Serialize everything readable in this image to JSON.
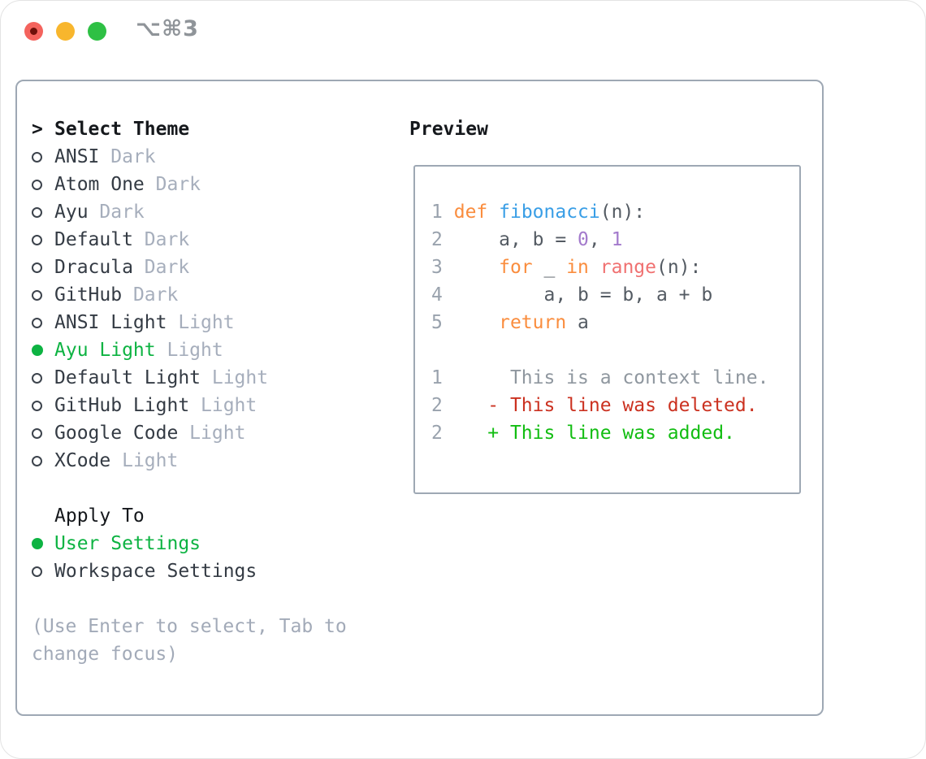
{
  "titlebar": {
    "shortcut": "⌥⌘3"
  },
  "theme_picker": {
    "header_marker": ">",
    "header": "Select Theme",
    "items": [
      {
        "name": "ANSI",
        "variant": "Dark",
        "selected": false
      },
      {
        "name": "Atom One",
        "variant": "Dark",
        "selected": false
      },
      {
        "name": "Ayu",
        "variant": "Dark",
        "selected": false
      },
      {
        "name": "Default",
        "variant": "Dark",
        "selected": false
      },
      {
        "name": "Dracula",
        "variant": "Dark",
        "selected": false
      },
      {
        "name": "GitHub",
        "variant": "Dark",
        "selected": false
      },
      {
        "name": "ANSI Light",
        "variant": "Light",
        "selected": false
      },
      {
        "name": "Ayu Light",
        "variant": "Light",
        "selected": true
      },
      {
        "name": "Default Light",
        "variant": "Light",
        "selected": false
      },
      {
        "name": "GitHub Light",
        "variant": "Light",
        "selected": false
      },
      {
        "name": "Google Code",
        "variant": "Light",
        "selected": false
      },
      {
        "name": "XCode",
        "variant": "Light",
        "selected": false
      }
    ]
  },
  "apply_to": {
    "header": "Apply To",
    "options": [
      {
        "label": "User Settings",
        "selected": true
      },
      {
        "label": "Workspace Settings",
        "selected": false
      }
    ]
  },
  "hint_lines": [
    "(Use Enter to select, Tab to",
    "change focus)"
  ],
  "preview": {
    "label": "Preview",
    "lines": [
      {
        "kind": "code-line",
        "n": "1",
        "tokens": [
          [
            "plain",
            " "
          ],
          [
            "kw",
            "def"
          ],
          [
            "plain",
            " "
          ],
          [
            "fn",
            "fibonacci"
          ],
          [
            "plain",
            "(n):"
          ]
        ]
      },
      {
        "kind": "code-line",
        "n": "2",
        "tokens": [
          [
            "plain",
            "     a, b = "
          ],
          [
            "num",
            "0"
          ],
          [
            "plain",
            ", "
          ],
          [
            "num",
            "1"
          ]
        ]
      },
      {
        "kind": "code-line",
        "n": "3",
        "tokens": [
          [
            "plain",
            "     "
          ],
          [
            "kw",
            "for"
          ],
          [
            "plain",
            " _ "
          ],
          [
            "kw",
            "in"
          ],
          [
            "plain",
            " "
          ],
          [
            "rng",
            "range"
          ],
          [
            "plain",
            "(n):"
          ]
        ]
      },
      {
        "kind": "code-line",
        "n": "4",
        "tokens": [
          [
            "plain",
            "         a, b = b, a + b"
          ]
        ]
      },
      {
        "kind": "code-line",
        "n": "5",
        "tokens": [
          [
            "plain",
            "     "
          ],
          [
            "kw",
            "return"
          ],
          [
            "plain",
            " a"
          ]
        ]
      },
      {
        "kind": "blank-line",
        "n": "",
        "tokens": []
      },
      {
        "kind": "diff-context-line",
        "n": "1",
        "tokens": [
          [
            "ctx",
            "      This is a context line."
          ]
        ]
      },
      {
        "kind": "diff-deleted-line",
        "n": "2",
        "tokens": [
          [
            "del",
            "    - This line was deleted."
          ]
        ]
      },
      {
        "kind": "diff-added-line",
        "n": "2",
        "tokens": [
          [
            "add",
            "    + This line was added."
          ]
        ]
      }
    ]
  },
  "colors": {
    "panel_border": "#9ea8b4",
    "selection_green": "#0db342",
    "secondary_gray": "#a6aebc",
    "keyword_orange": "#fa8d3e",
    "function_blue": "#399ee6",
    "number_purple": "#a37acc",
    "builtin_coral": "#f07171",
    "diff_deleted_red": "#cb3120",
    "diff_added_green": "#12bd12",
    "traffic_red": "#f4635d",
    "traffic_yellow": "#f8b62d",
    "traffic_green": "#2ec044"
  }
}
